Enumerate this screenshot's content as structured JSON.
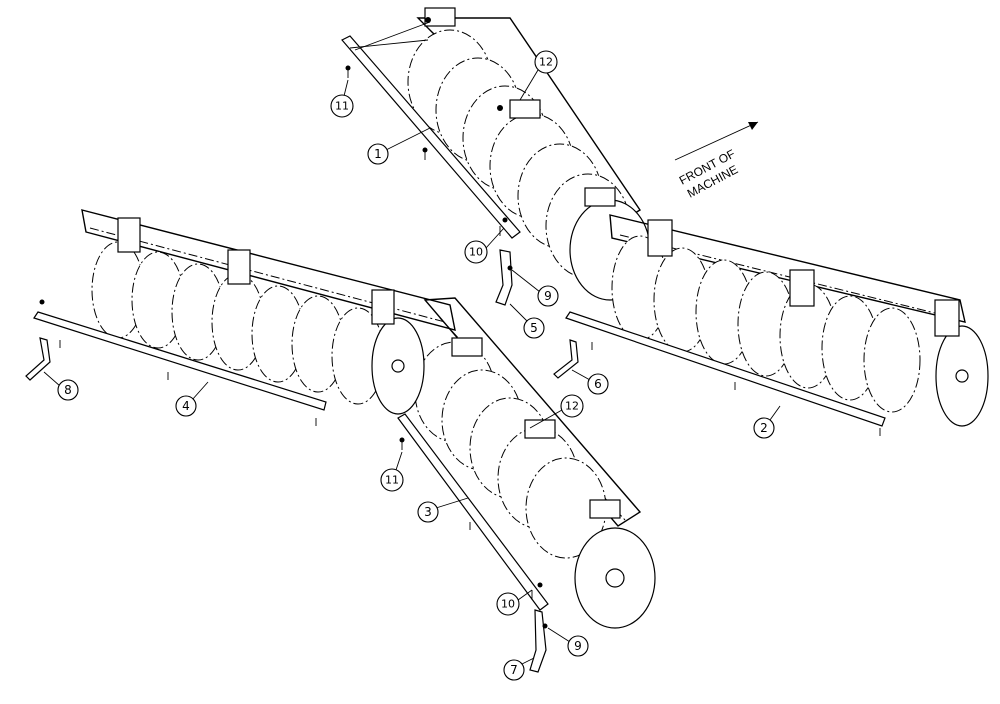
{
  "note": {
    "line1": "FRONT OF",
    "line2": "MACHINE"
  },
  "callouts": [
    {
      "id": "callout-1",
      "label": "1"
    },
    {
      "id": "callout-2",
      "label": "2"
    },
    {
      "id": "callout-3",
      "label": "3"
    },
    {
      "id": "callout-4",
      "label": "4"
    },
    {
      "id": "callout-5",
      "label": "5"
    },
    {
      "id": "callout-6",
      "label": "6"
    },
    {
      "id": "callout-7",
      "label": "7"
    },
    {
      "id": "callout-8",
      "label": "8"
    },
    {
      "id": "callout-9a",
      "label": "9"
    },
    {
      "id": "callout-9b",
      "label": "9"
    },
    {
      "id": "callout-10a",
      "label": "10"
    },
    {
      "id": "callout-10b",
      "label": "10"
    },
    {
      "id": "callout-11a",
      "label": "11"
    },
    {
      "id": "callout-11b",
      "label": "11"
    },
    {
      "id": "callout-12a",
      "label": "12"
    },
    {
      "id": "callout-12b",
      "label": "12"
    }
  ]
}
